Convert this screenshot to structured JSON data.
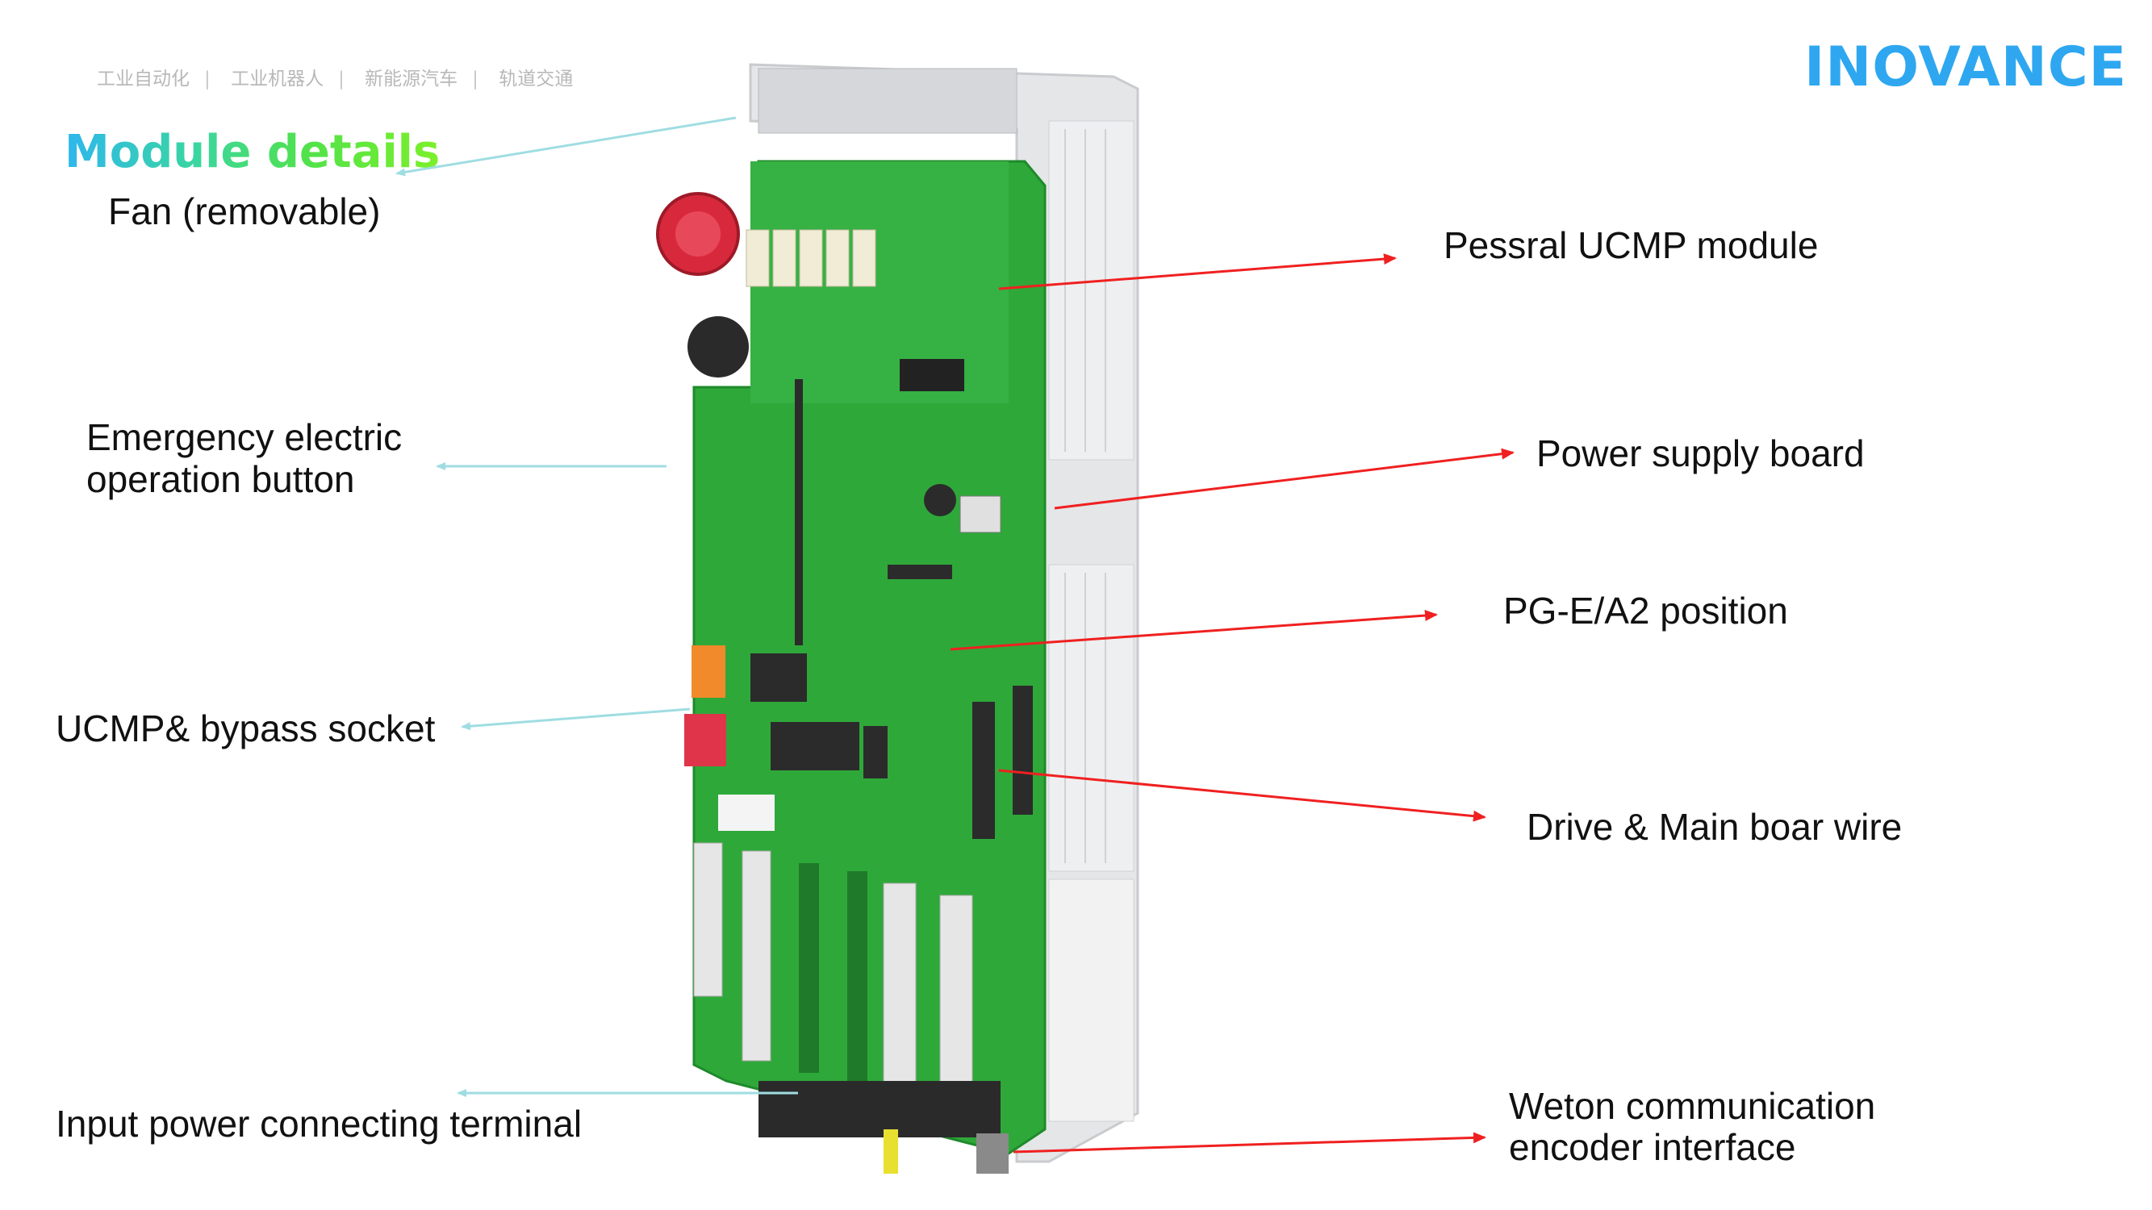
{
  "header": {
    "nav": [
      "工业自动化",
      "工业机器人",
      "新能源汽车",
      "轨道交通"
    ],
    "logo": "INOVANCE"
  },
  "title": "Module details",
  "labels_left": {
    "fan": "Fan (removable)",
    "emergency_line1": "Emergency electric",
    "emergency_line2": "operation button",
    "ucmp_socket": "UCMP& bypass socket",
    "input_power": "Input power connecting terminal"
  },
  "labels_right": {
    "pessral": "Pessral UCMP module",
    "power_supply": "Power supply board",
    "pg": "PG-E/A2 position",
    "drive": "Drive & Main boar wire",
    "weton_line1": "Weton communication",
    "weton_line2": "encoder interface"
  },
  "colors": {
    "logo": "#2ea7f0",
    "left_arrow": "#9fdde2",
    "right_arrow": "#f02020",
    "pcb": "#2fa83a"
  }
}
